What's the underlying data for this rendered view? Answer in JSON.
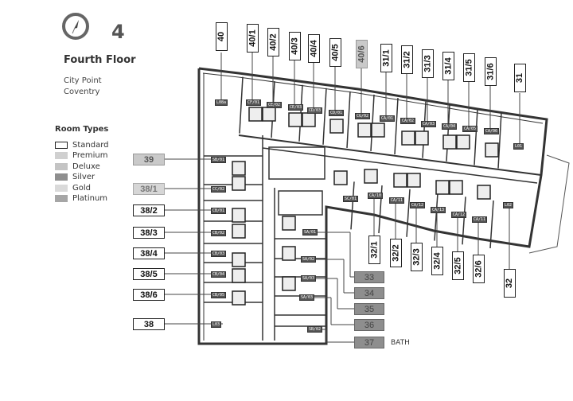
{
  "header": {
    "floor_number": "4",
    "floor_title": "Fourth Floor",
    "location_lines": [
      "City Point",
      "Coventry"
    ],
    "compass_icon": "compass-north-icon"
  },
  "legend": {
    "title": "Room Types",
    "items": [
      {
        "label": "Standard",
        "color": "#ffffff"
      },
      {
        "label": "Premium",
        "color": "#d0d0d0"
      },
      {
        "label": "Deluxe",
        "color": "#c4c4c4"
      },
      {
        "label": "Silver",
        "color": "#8e8e8e"
      },
      {
        "label": "Gold",
        "color": "#dadada"
      },
      {
        "label": "Platinum",
        "color": "#a6a6a6"
      }
    ]
  },
  "rooms_top": [
    {
      "label": "40",
      "type": "standard",
      "code": "L08a"
    },
    {
      "label": "40/1",
      "type": "standard",
      "code": "CF/01"
    },
    {
      "label": "40/2",
      "type": "standard",
      "code": "CE/02"
    },
    {
      "label": "40/3",
      "type": "standard",
      "code": "CE/03"
    },
    {
      "label": "40/4",
      "type": "standard",
      "code": "CD/03"
    },
    {
      "label": "40/5",
      "type": "standard",
      "code": "CD/01"
    },
    {
      "label": "40/6",
      "type": "premium",
      "code": "CG/02"
    },
    {
      "label": "31/1",
      "type": "standard",
      "code": "CA/01"
    },
    {
      "label": "31/2",
      "type": "standard",
      "code": "CA/02"
    },
    {
      "label": "31/3",
      "type": "standard",
      "code": "CA/03"
    },
    {
      "label": "31/4",
      "type": "standard",
      "code": "CA/04"
    },
    {
      "label": "31/5",
      "type": "standard",
      "code": "CA/05"
    },
    {
      "label": "31/6",
      "type": "standard",
      "code": "CA/06"
    },
    {
      "label": "31",
      "type": "standard",
      "code": "L01"
    }
  ],
  "rooms_left": [
    {
      "label": "39",
      "type": "premium",
      "code": "SB/01"
    },
    {
      "label": "38/1",
      "type": "gold",
      "code": "CC/02"
    },
    {
      "label": "38/2",
      "type": "standard",
      "code": "CB/01"
    },
    {
      "label": "38/3",
      "type": "standard",
      "code": "CB/02"
    },
    {
      "label": "38/4",
      "type": "standard",
      "code": "CB/03"
    },
    {
      "label": "38/5",
      "type": "standard",
      "code": "CB/04"
    },
    {
      "label": "38/6",
      "type": "standard",
      "code": "CB/05"
    },
    {
      "label": "38",
      "type": "standard",
      "code": "L03"
    }
  ],
  "rooms_bottom": [
    {
      "label": "32/1",
      "type": "standard",
      "code": "CA/10"
    },
    {
      "label": "32/2",
      "type": "standard",
      "code": "CA/11"
    },
    {
      "label": "32/3",
      "type": "standard",
      "code": "CA/12"
    },
    {
      "label": "32/4",
      "type": "standard",
      "code": "CA/13"
    },
    {
      "label": "32/5",
      "type": "standard",
      "code": "CA/12"
    },
    {
      "label": "32/6",
      "type": "standard",
      "code": "CA/11"
    },
    {
      "label": "32",
      "type": "standard",
      "code": "L02"
    }
  ],
  "rooms_core": [
    {
      "label": "33",
      "type": "silver",
      "code": "SA/01"
    },
    {
      "label": "34",
      "type": "silver",
      "code": "SA/02"
    },
    {
      "label": "35",
      "type": "silver",
      "code": "SA/03"
    },
    {
      "label": "36",
      "type": "silver",
      "code": "SA/03"
    },
    {
      "label": "37",
      "type": "silver",
      "code": "SB/02"
    }
  ],
  "other_codes": {
    "core_room": "SC/01"
  },
  "bath_label": "BATH"
}
